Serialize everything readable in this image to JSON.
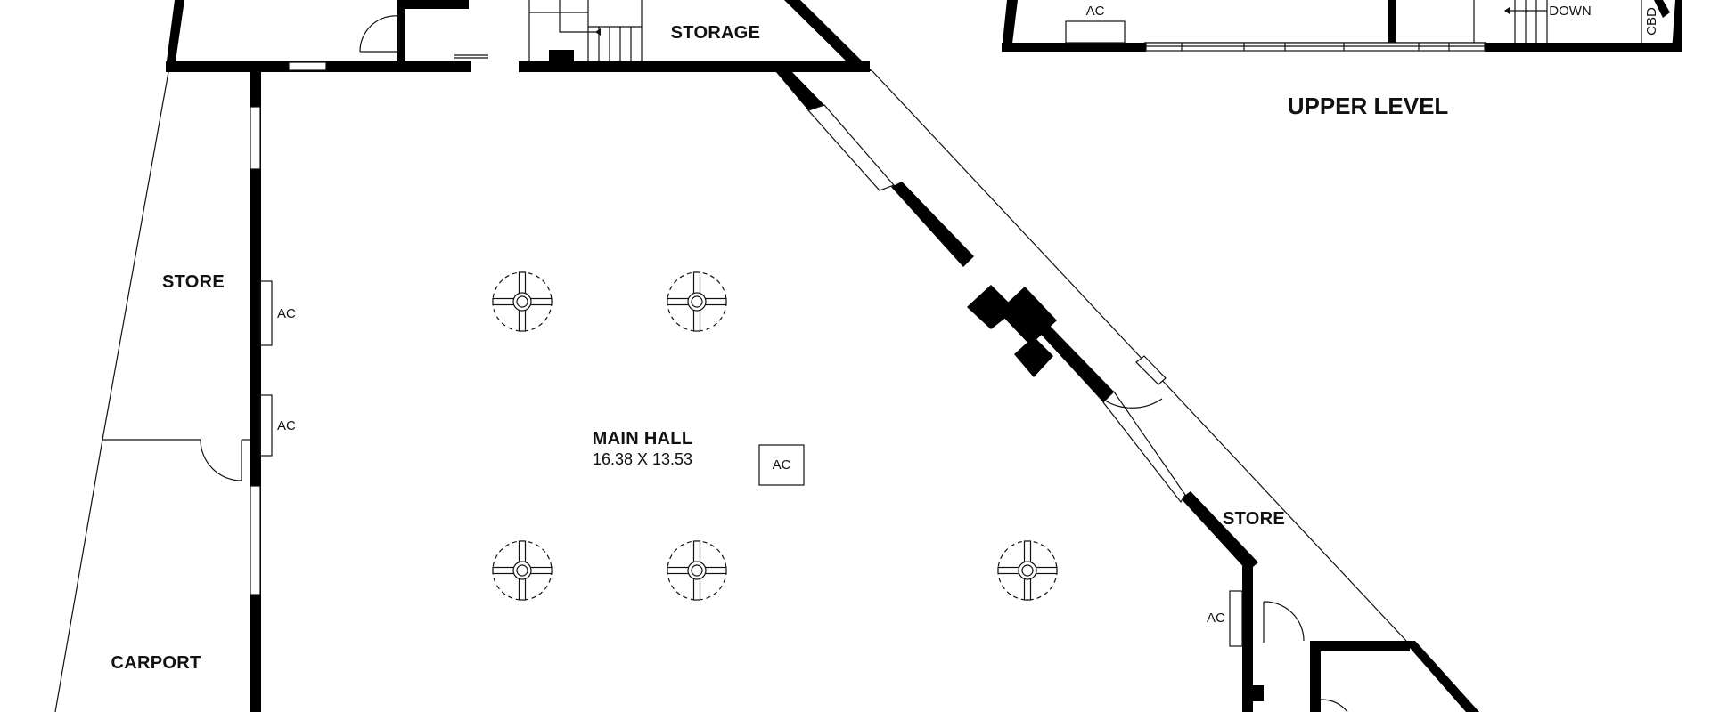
{
  "labels": {
    "storage": "STORAGE",
    "upper_level": "UPPER LEVEL",
    "store_left": "STORE",
    "store_right": "STORE",
    "main_hall": "MAIN HALL",
    "main_hall_dims": "16.38 X 13.53",
    "carport": "CARPORT",
    "down": "DOWN",
    "cbd": "CBD",
    "ac_upper": "AC",
    "ac_left_1": "AC",
    "ac_left_2": "AC",
    "ac_center": "AC",
    "ac_right": "AC"
  },
  "colors": {
    "wall": "#000000",
    "line": "#111111",
    "background": "#ffffff"
  },
  "icons": [
    "ceiling-fan-icon",
    "door-swing-icon",
    "stair-arrow-icon"
  ]
}
